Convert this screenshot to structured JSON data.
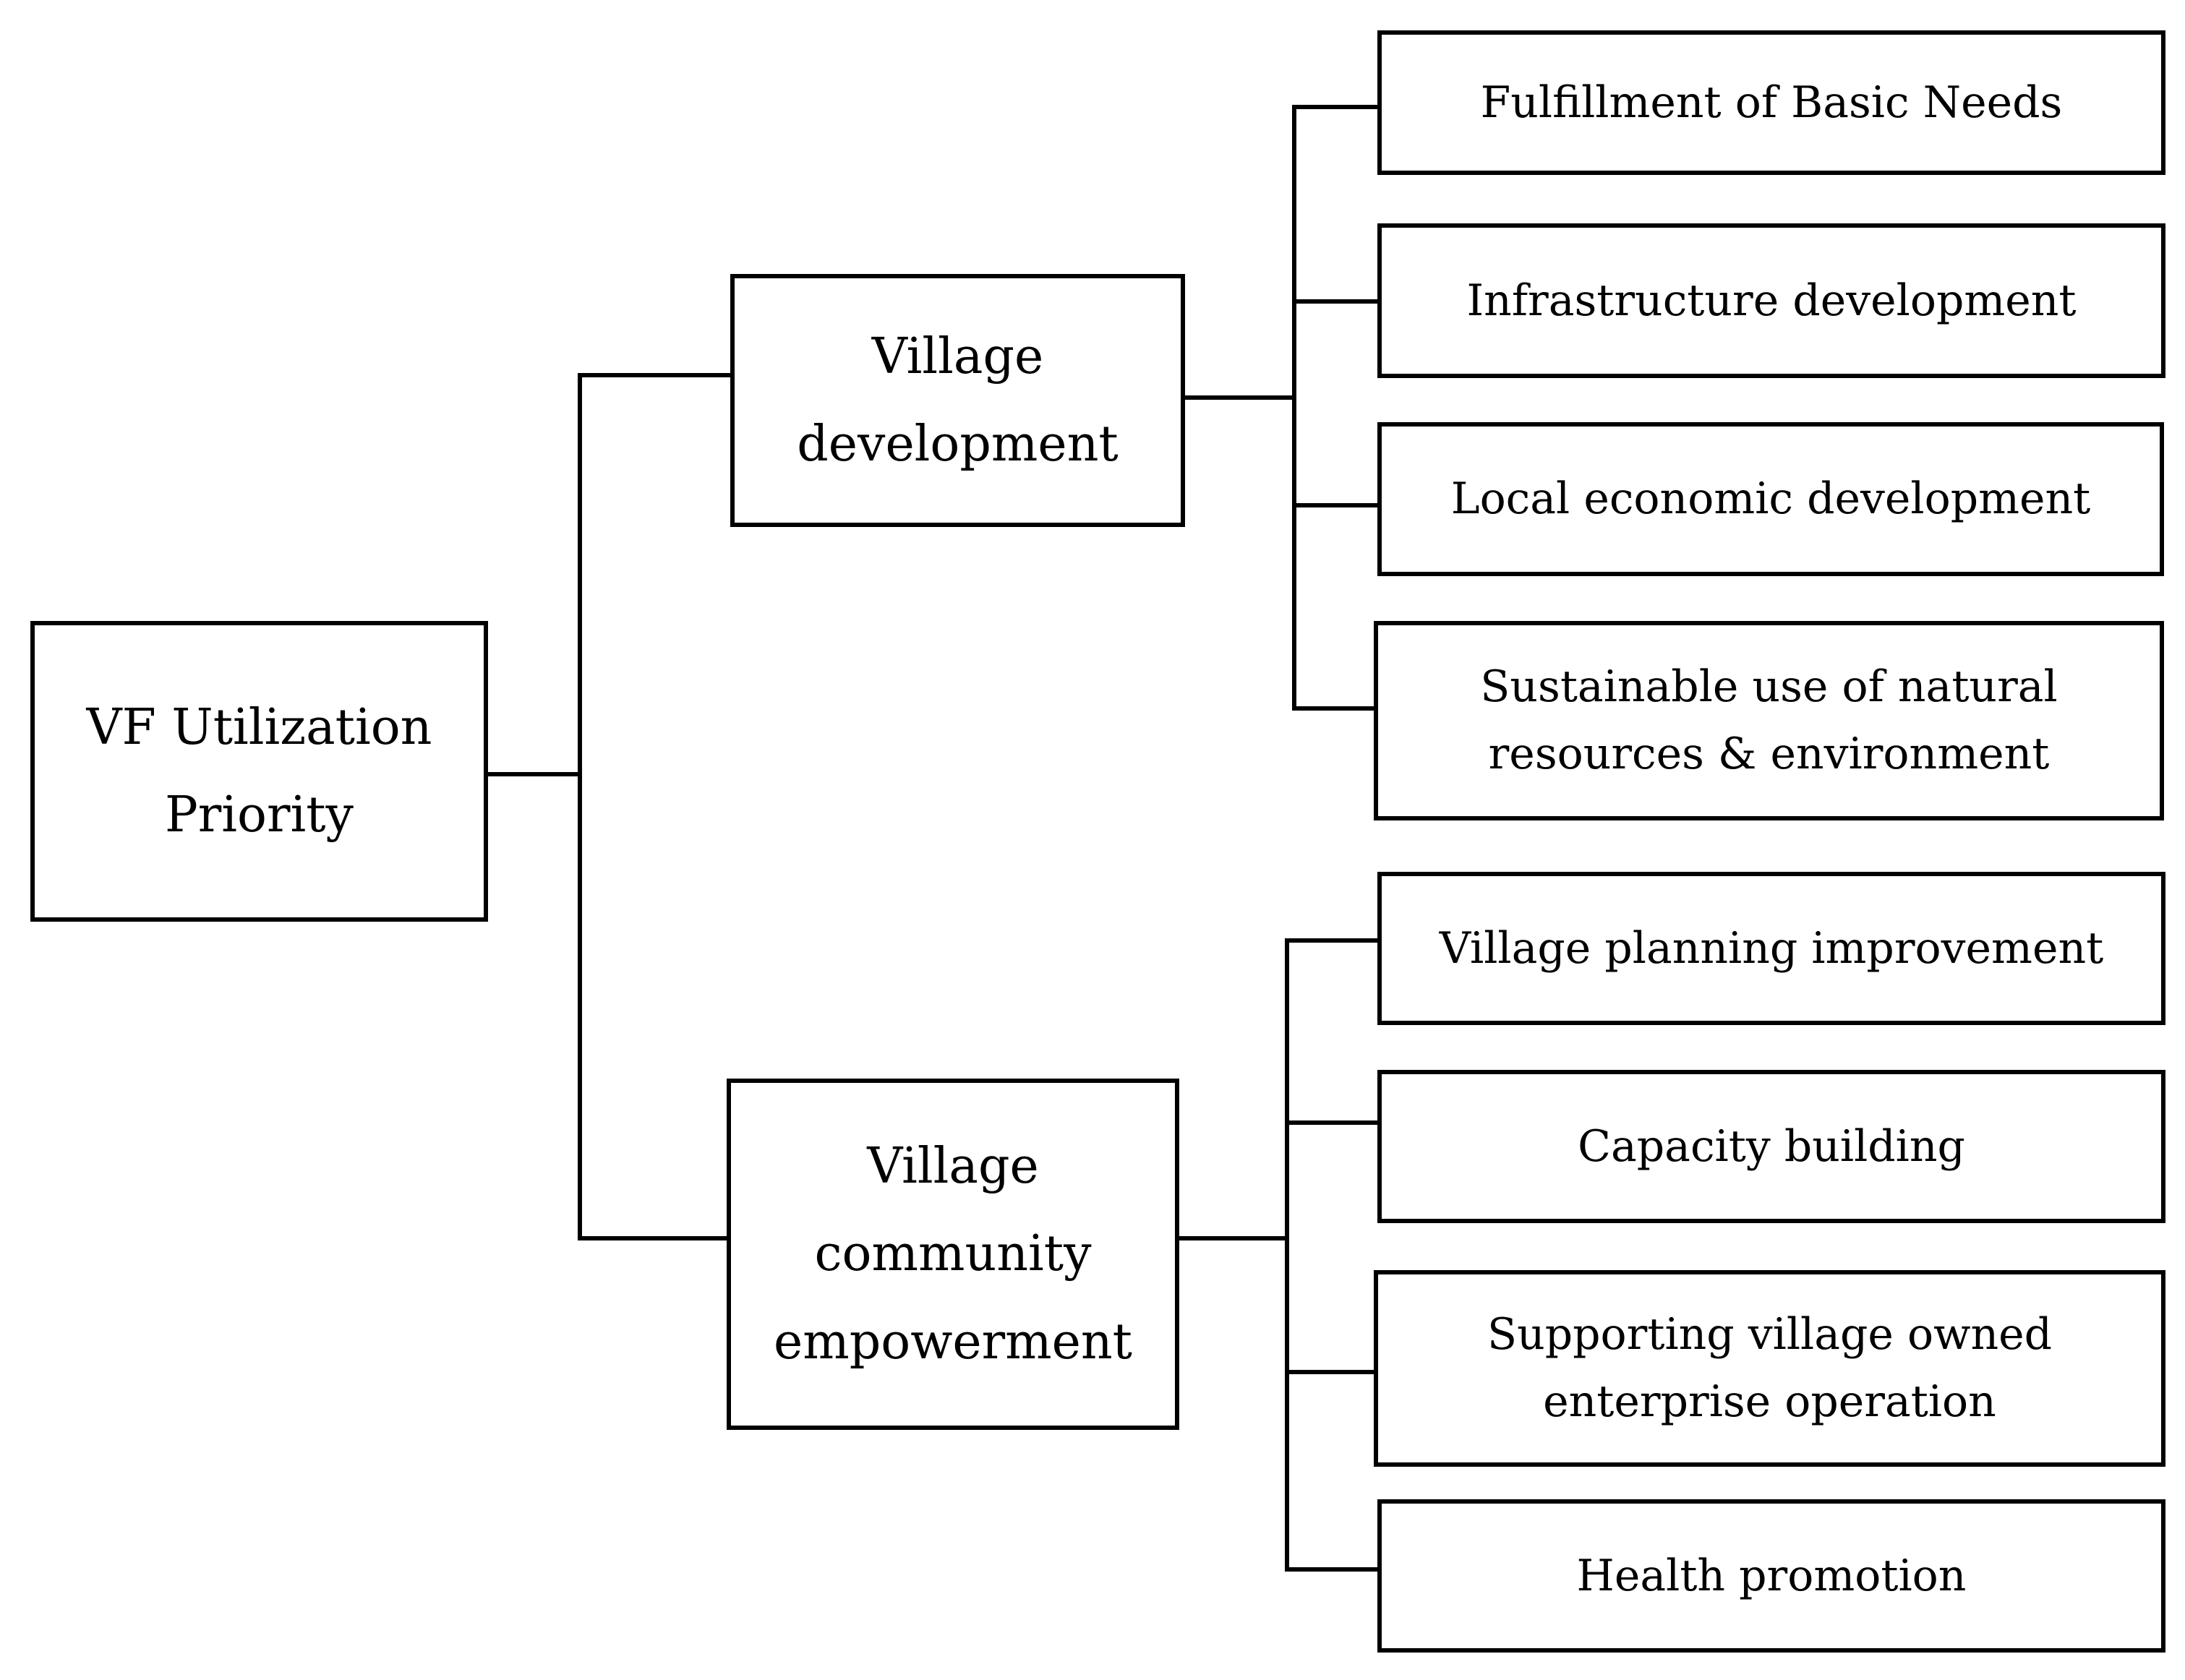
{
  "diagram": {
    "root": {
      "lines": [
        "VF Utilization",
        "Priority"
      ]
    },
    "branches": [
      {
        "lines": [
          "Village",
          "development"
        ],
        "children": [
          {
            "lines": [
              "Fulfillment of Basic Needs"
            ]
          },
          {
            "lines": [
              "Infrastructure development"
            ]
          },
          {
            "lines": [
              "Local economic development"
            ]
          },
          {
            "lines": [
              "Sustainable use of natural",
              "resources & environment"
            ]
          }
        ]
      },
      {
        "lines": [
          "Village",
          "community",
          "empowerment"
        ],
        "children": [
          {
            "lines": [
              "Village planning improvement"
            ]
          },
          {
            "lines": [
              "Capacity building"
            ]
          },
          {
            "lines": [
              "Supporting village owned",
              "enterprise operation"
            ]
          },
          {
            "lines": [
              "Health promotion"
            ]
          }
        ]
      }
    ]
  }
}
